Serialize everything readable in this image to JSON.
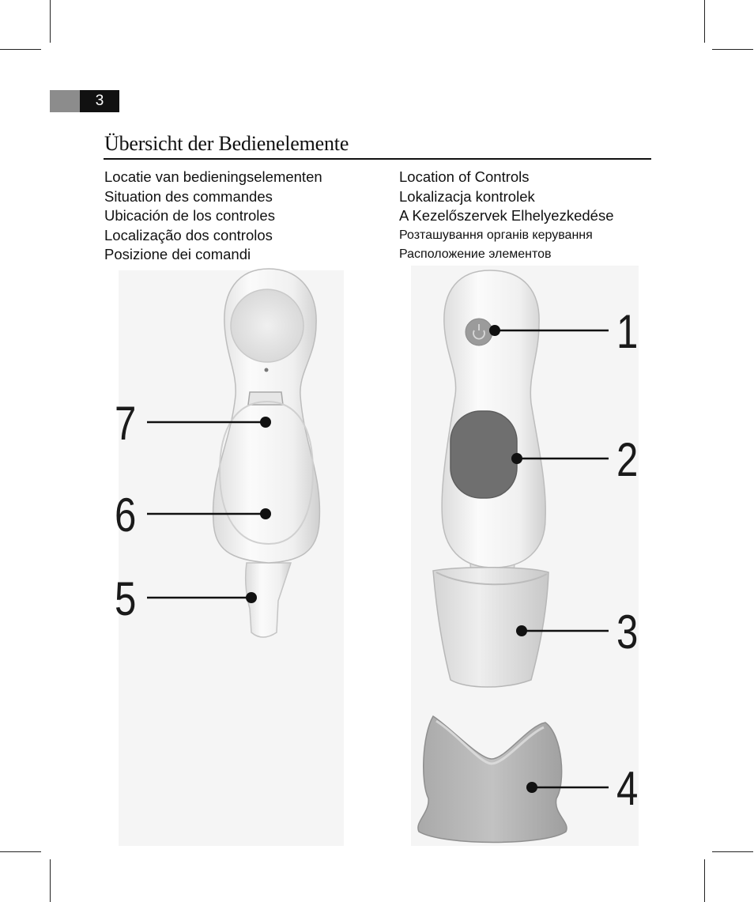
{
  "page": {
    "number": "3"
  },
  "heading": "Übersicht der Bedienelemente",
  "languages_left": [
    "Locatie van bedieningselementen",
    "Situation des commandes",
    "Ubicación de los controles",
    "Localização dos controlos",
    "Posizione dei comandi"
  ],
  "languages_right": [
    "Location of Controls",
    "Lokalizacja kontrolek",
    "A Kezelőszervek Elhelyezkedése",
    "Розташування органів керування",
    "Расположение элементов"
  ],
  "callouts": {
    "c1": "1",
    "c2": "2",
    "c3": "3",
    "c4": "4",
    "c5": "5",
    "c6": "6",
    "c7": "7"
  },
  "illustration": {
    "back_view": "thermometer-back-view",
    "front_view": "thermometer-front-view",
    "cap": "protective-cap",
    "stand": "stand-base"
  },
  "colors": {
    "ink": "#111111",
    "page_tab_gray": "#8c8c8c",
    "device_white": "#f2f2f2",
    "display_gray": "#6f6f6f"
  }
}
